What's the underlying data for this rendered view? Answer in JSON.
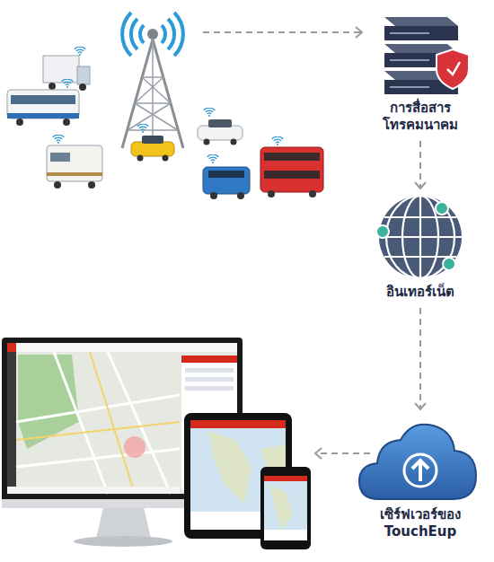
{
  "diagram": {
    "nodes": [
      {
        "text": [
          "การสื่อสาร โทรคมนาคม"
        ]
      },
      {
        "text": [
          "อินเทอร์เน็ต"
        ]
      },
      {
        "text": [
          "เซิร์ฟเวอร์ของ TouchEup"
        ]
      }
    ],
    "edges": [
      {
        "from": 0,
        "to": 1,
        "arrow": "to"
      },
      {
        "from": 1,
        "to": 2,
        "arrow": "to"
      }
    ]
  }
}
